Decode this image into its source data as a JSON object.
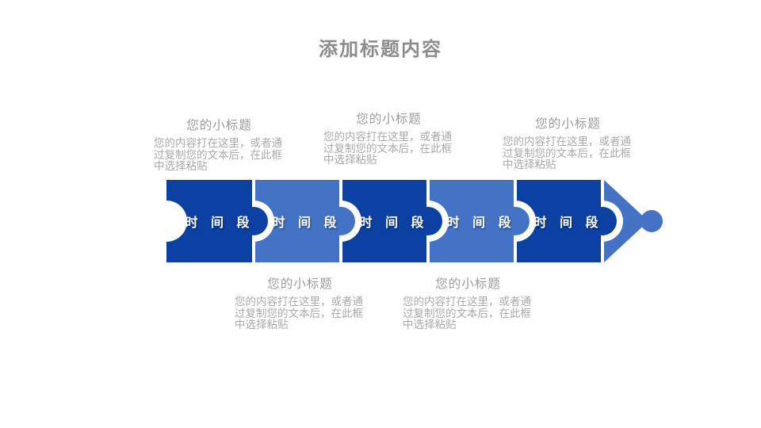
{
  "title": "添加标题内容",
  "colors": {
    "dark": "#0c41a3",
    "medium": "#4472c4",
    "gap": "#ffffff"
  },
  "segments": [
    {
      "label": "时 间 段"
    },
    {
      "label": "时 间 段"
    },
    {
      "label": "时 间 段"
    },
    {
      "label": "时 间 段"
    },
    {
      "label": "时 间 段"
    }
  ],
  "notes": [
    {
      "heading": "您的小标题",
      "body": "您的内容打在这里，或者通过复制您的文本后，在此框中选择粘贴"
    },
    {
      "heading": "您的小标题",
      "body": "您的内容打在这里，或者通过复制您的文本后，在此框中选择粘贴"
    },
    {
      "heading": "您的小标题",
      "body": "您的内容打在这里，或者通过复制您的文本后，在此框中选择粘贴"
    },
    {
      "heading": "您的小标题",
      "body": "您的内容打在这里，或者通过复制您的文本后，在此框中选择粘贴"
    },
    {
      "heading": "您的小标题",
      "body": "您的内容打在这里，或者通过复制您的文本后，在此框中选择粘贴"
    }
  ]
}
